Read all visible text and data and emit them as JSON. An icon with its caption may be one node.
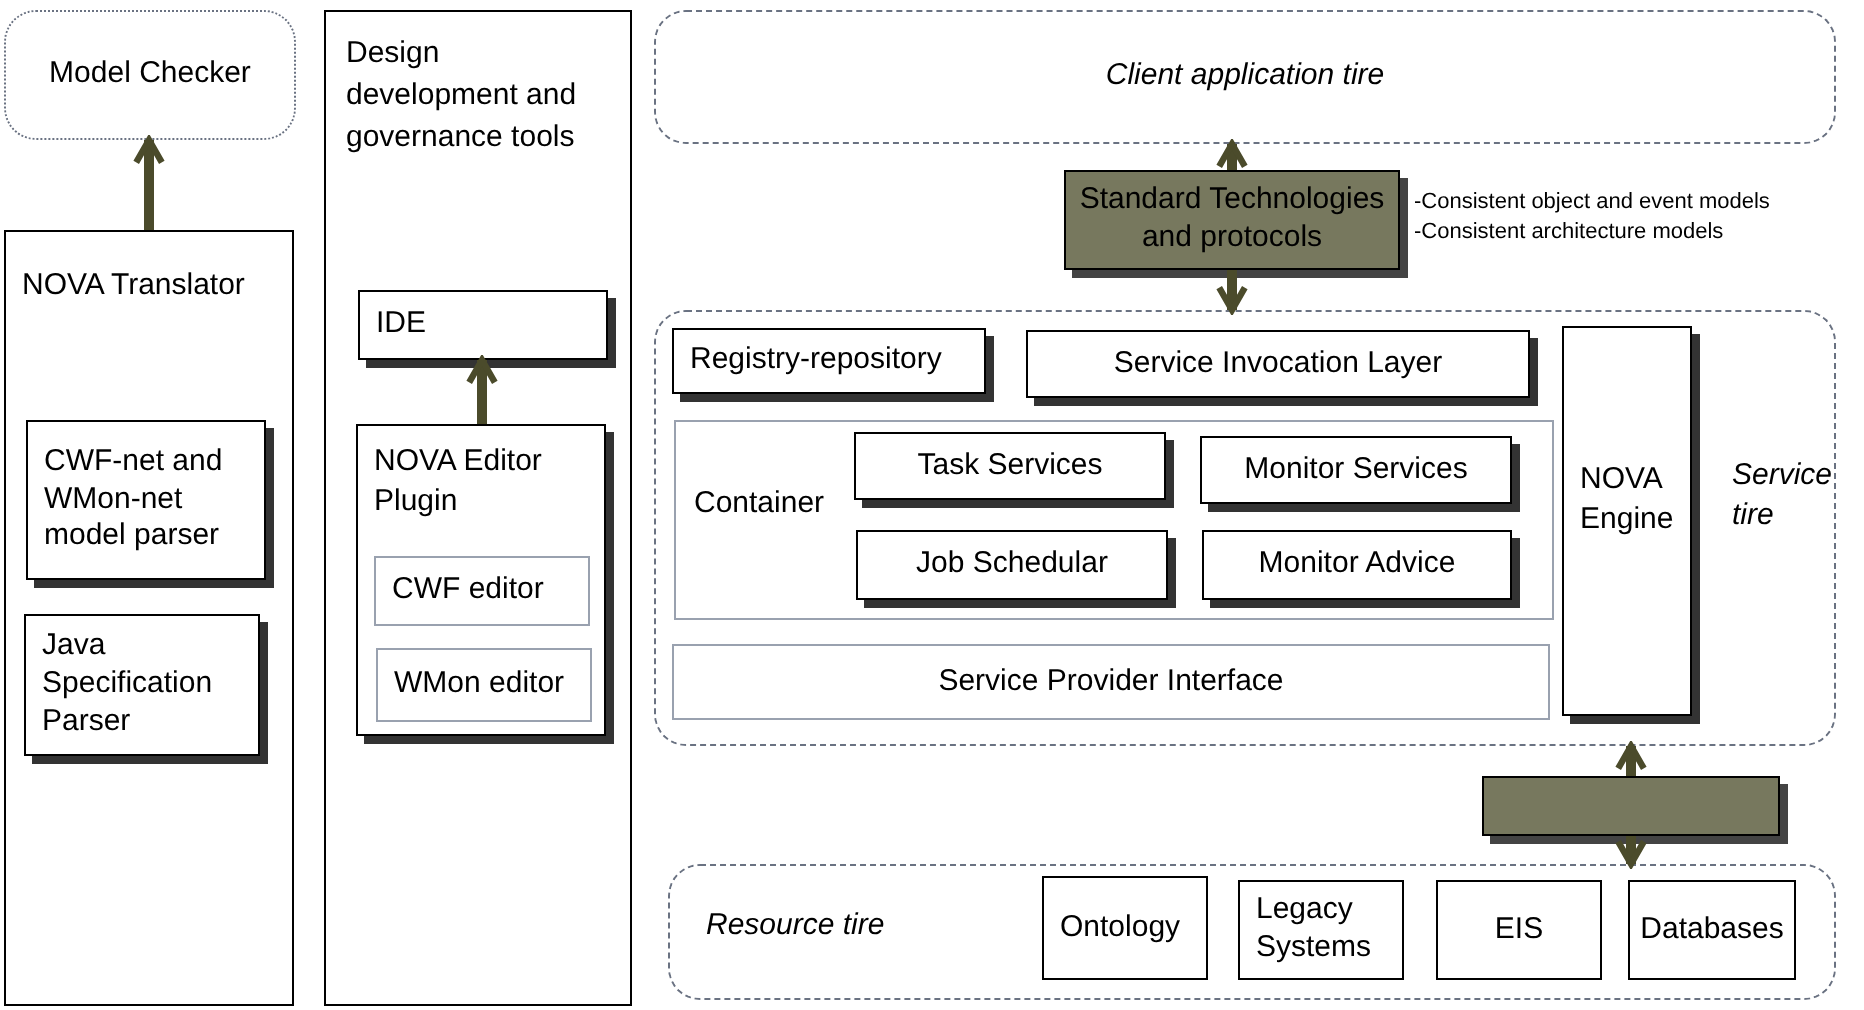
{
  "diagram": {
    "nodes": [
      {
        "text": [
          "Model Checker"
        ]
      },
      {
        "text": [
          "NOVA Translator"
        ]
      },
      {
        "text": [
          "CWF-net and WMon-net model parser"
        ],
        "in": 1
      },
      {
        "text": [
          "Java Specification Parser"
        ],
        "in": 1
      },
      {
        "text": [
          "Design development and governance tools"
        ]
      },
      {
        "text": [
          "IDE"
        ],
        "in": 4
      },
      {
        "text": [
          "NOVA Editor Plugin"
        ],
        "in": 4
      },
      {
        "text": [
          "CWF editor"
        ],
        "in": 6
      },
      {
        "text": [
          "WMon editor"
        ],
        "in": 6
      },
      {
        "text": [
          "Client application tire"
        ]
      },
      {
        "text": [
          "Standard Technologies and protocols"
        ],
        "beside": [
          "-Consistent object and event models",
          "-Consistent architecture models"
        ]
      },
      {
        "text": [
          "Service tire"
        ]
      },
      {
        "text": [
          "Registry-repository"
        ],
        "in": 11
      },
      {
        "text": [
          "Service Invocation Layer"
        ],
        "in": 11
      },
      {
        "text": [
          "Container"
        ],
        "in": 11
      },
      {
        "text": [
          "Task Services"
        ],
        "in": 14
      },
      {
        "text": [
          "Monitor Services"
        ],
        "in": 14
      },
      {
        "text": [
          "Job Schedular"
        ],
        "in": 14
      },
      {
        "text": [
          "Monitor Advice"
        ],
        "in": 14
      },
      {
        "text": [
          "Service Provider Interface"
        ],
        "in": 11
      },
      {
        "text": [
          "NOVA Engine"
        ],
        "in": 11
      },
      {
        "text": [],
        "shape": "box"
      },
      {
        "text": [
          "Resource tire"
        ]
      },
      {
        "text": [
          "Ontology"
        ],
        "in": 22
      },
      {
        "text": [
          "Legacy Systems"
        ],
        "in": 22
      },
      {
        "text": [
          "EIS"
        ],
        "in": 22
      },
      {
        "text": [
          "Databases"
        ],
        "in": 22
      }
    ],
    "edges": [
      {
        "from": 1,
        "to": 0,
        "arrow": "to"
      },
      {
        "from": 6,
        "to": 5,
        "arrow": "to"
      },
      {
        "from": 10,
        "to": 9,
        "arrow": "to"
      },
      {
        "from": 10,
        "to": 11,
        "arrow": "to"
      },
      {
        "from": 21,
        "to": 11,
        "arrow": "to"
      },
      {
        "from": 21,
        "to": 22,
        "arrow": "to"
      }
    ]
  }
}
